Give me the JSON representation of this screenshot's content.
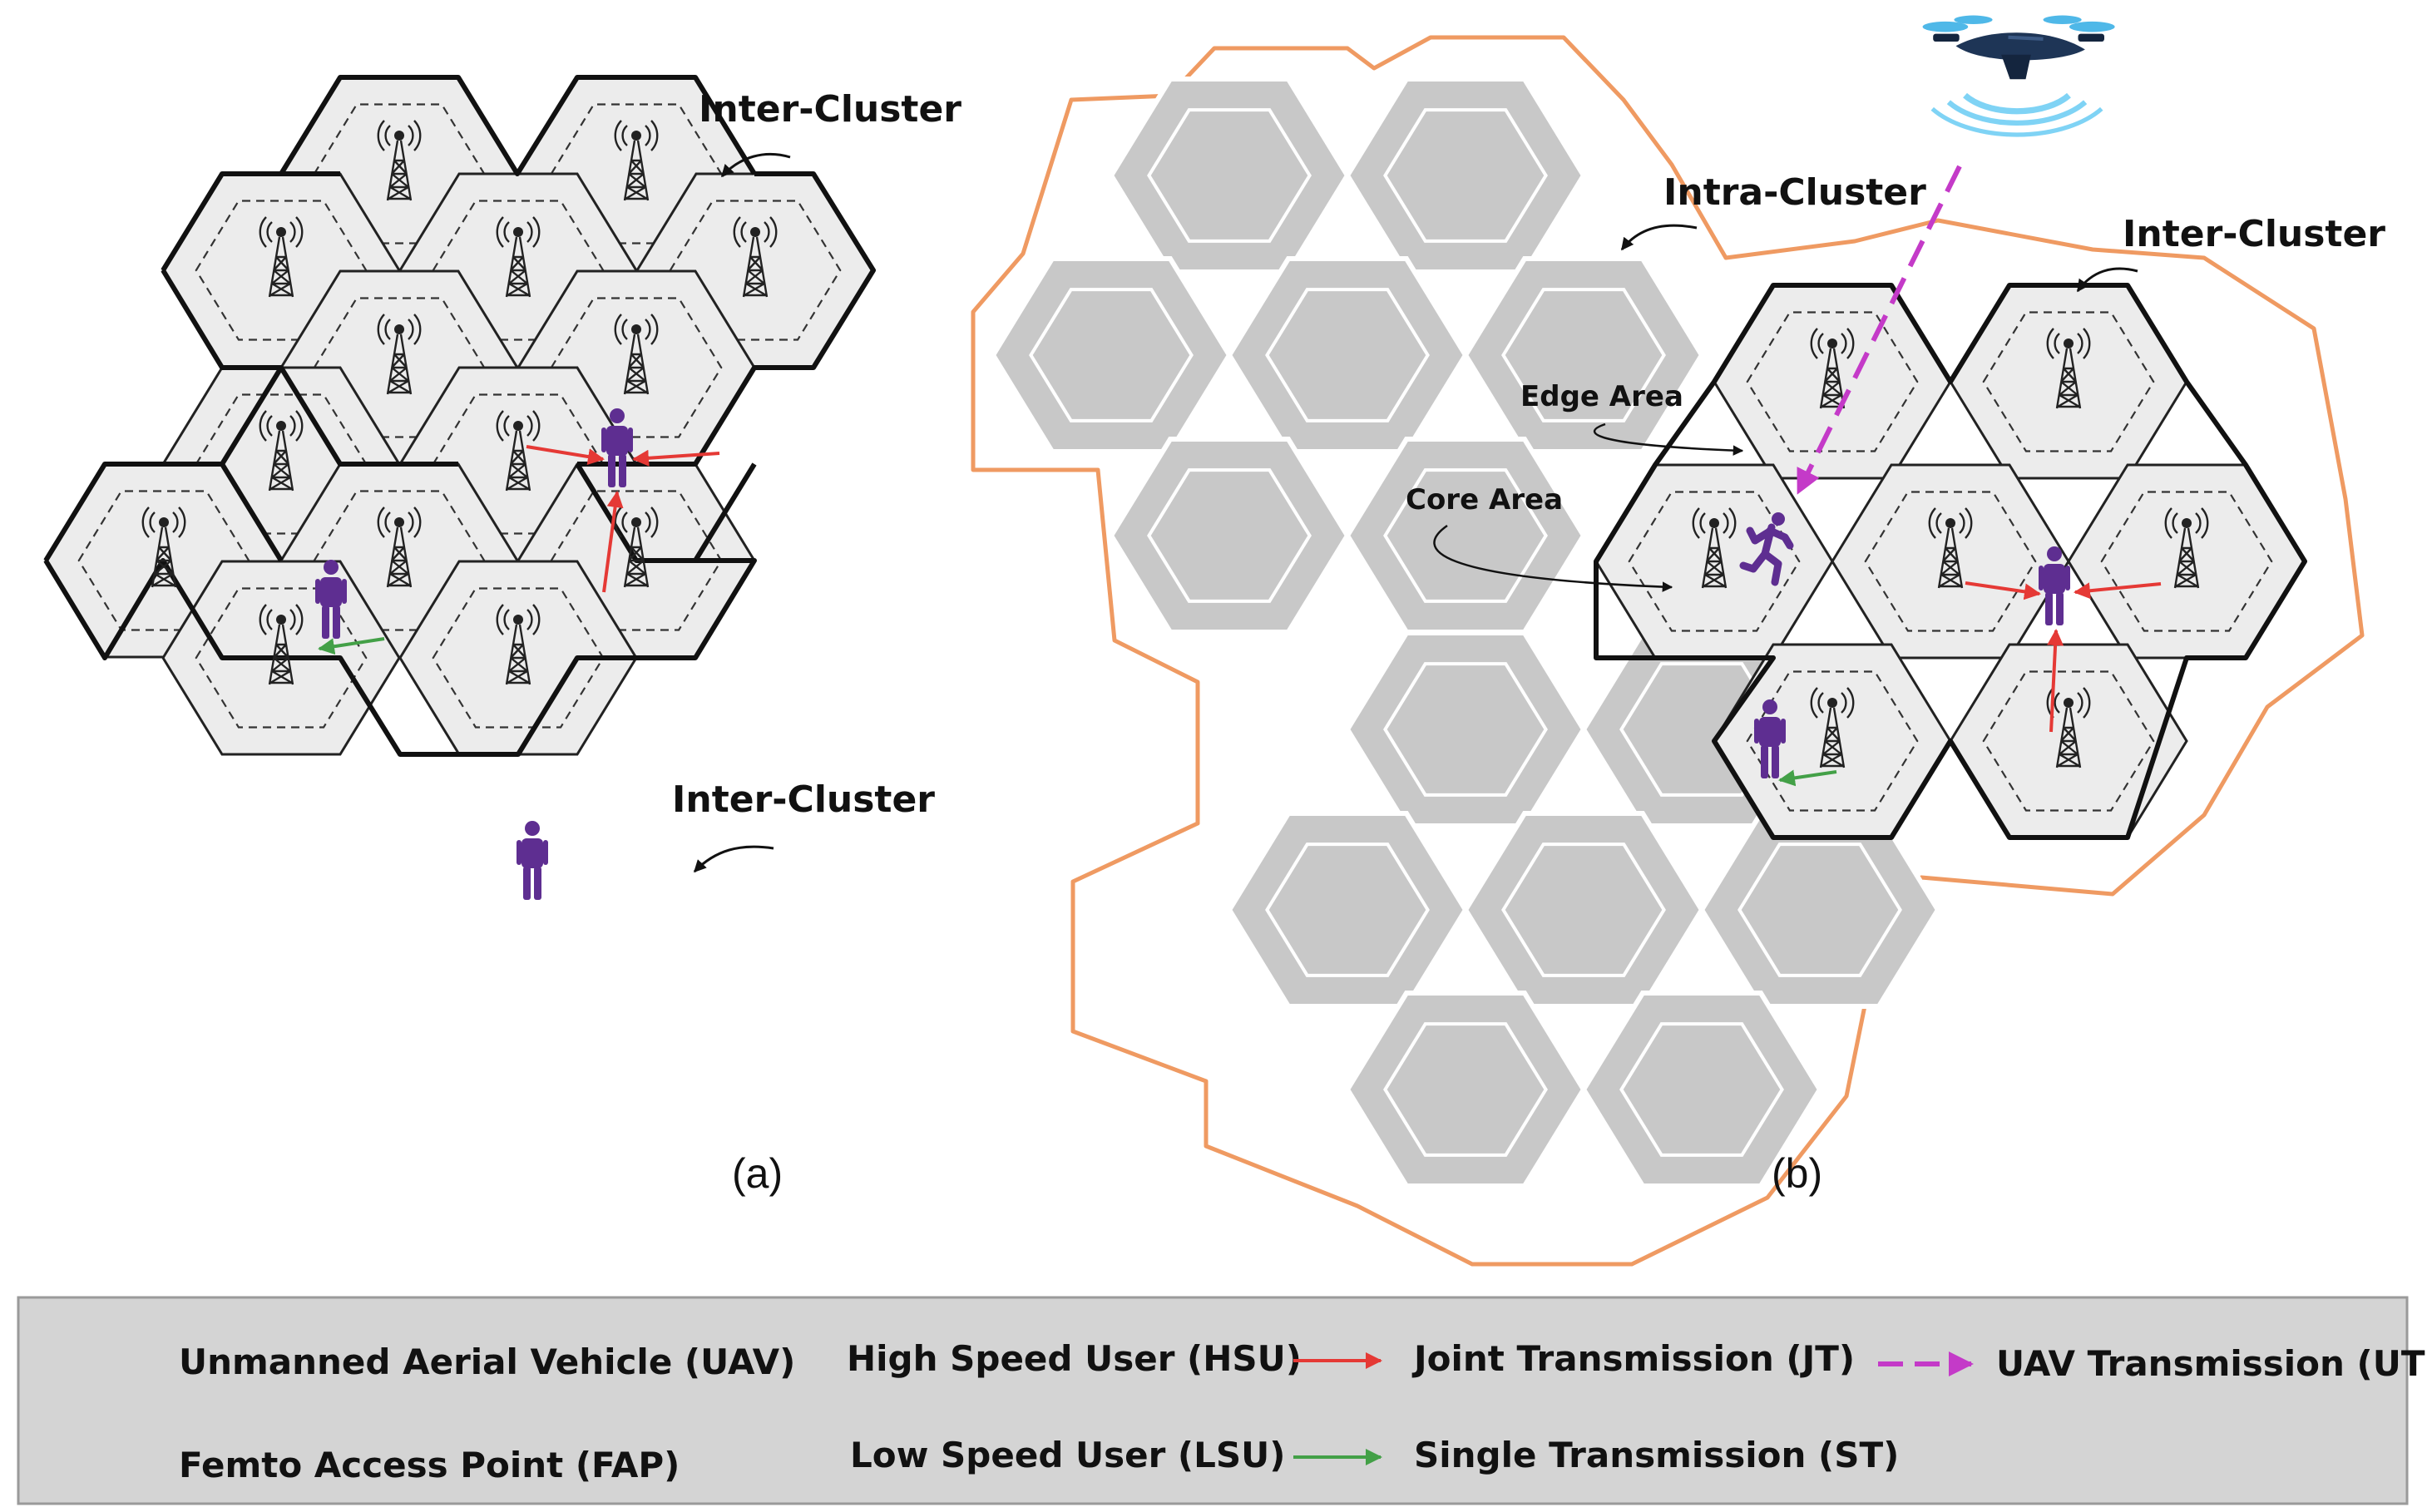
{
  "panels": [
    {
      "tag": "(a)",
      "labels": [
        "Inter-Cluster",
        "Inter-Cluster"
      ]
    },
    {
      "tag": "(b)",
      "labels": [
        "Intra-Cluster",
        "Inter-Cluster",
        "Edge Area",
        "Core Area"
      ]
    }
  ],
  "legend": {
    "uav": "Unmanned Aerial Vehicle (UAV)",
    "fap": "Femto Access Point (FAP)",
    "hsu": "High Speed User (HSU)",
    "lsu": "Low Speed User (LSU)",
    "jt": "Joint Transmission (JT)",
    "st": "Single Transmission (ST)",
    "ut": "UAV Transmission (UT)"
  },
  "colors": {
    "cell_fill": "#ececec",
    "intra_cell_fill": "#c8c8c8",
    "cluster_outline": "#ef9a62",
    "joint_transmission": "#e53935",
    "single_transmission": "#43a047",
    "uav_transmission": "#c43ac8",
    "user": "#5e2e91",
    "uav_body": "#1e3556",
    "uav_signal": "#7fd3f5",
    "legend_bg": "#d4d4d4"
  },
  "icons": [
    "uav-icon",
    "femto-tower-icon",
    "running-user-icon",
    "standing-user-icon",
    "arrow-icon",
    "dashed-arrow-icon"
  ]
}
